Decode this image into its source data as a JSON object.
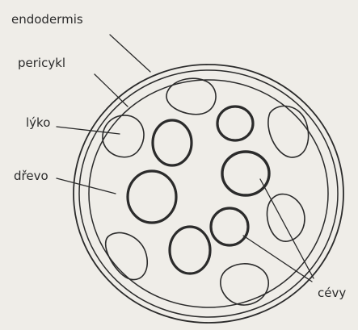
{
  "labels": {
    "endodermis": "endodermis",
    "pericykl": "pericykl",
    "lyko": "lýko",
    "drevo": "dřevo",
    "cevy": "cévy"
  },
  "colors": {
    "paper": "#efede8",
    "ink": "#2b2b2b"
  }
}
